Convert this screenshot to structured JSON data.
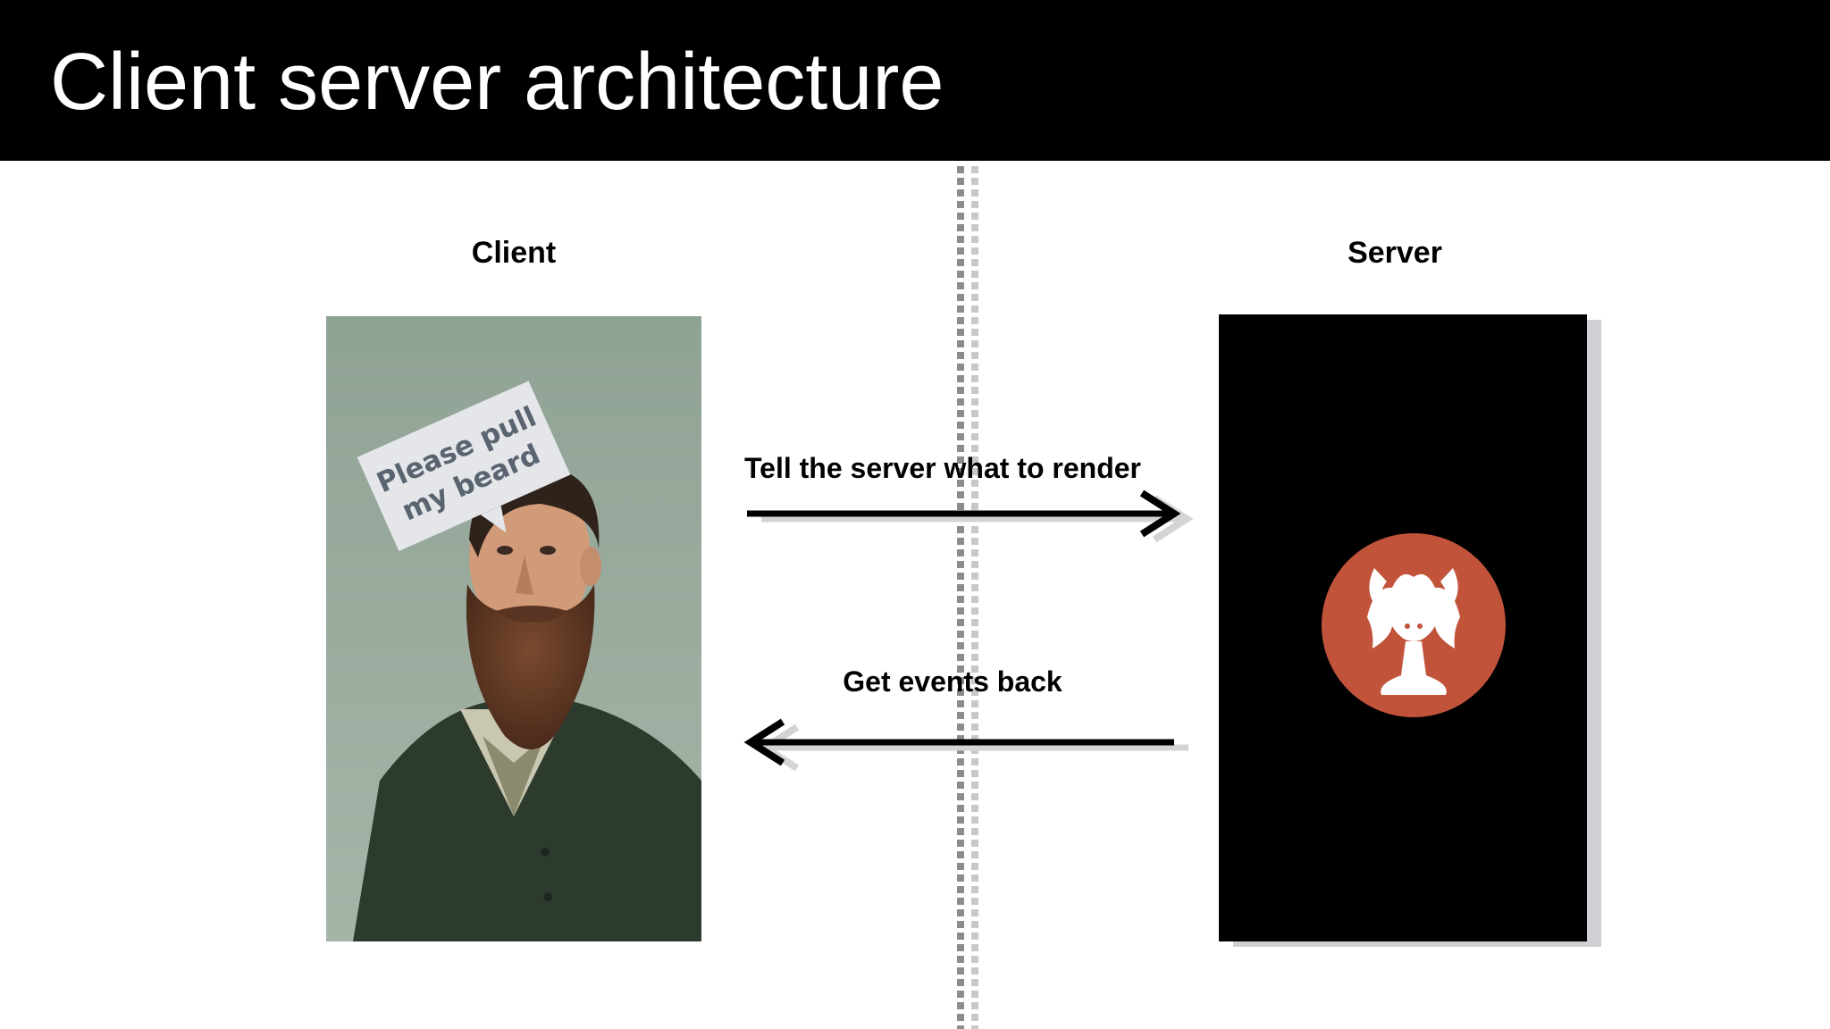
{
  "slide": {
    "title": "Client server architecture"
  },
  "client": {
    "label": "Client",
    "speech_bubble": [
      "Please pull",
      "my beard"
    ]
  },
  "server": {
    "label": "Server",
    "logo_icon": "elm-mascot-icon",
    "logo_color": "#c1533b"
  },
  "arrows": {
    "request_label": "Tell the server what to render",
    "response_label": "Get events back"
  }
}
